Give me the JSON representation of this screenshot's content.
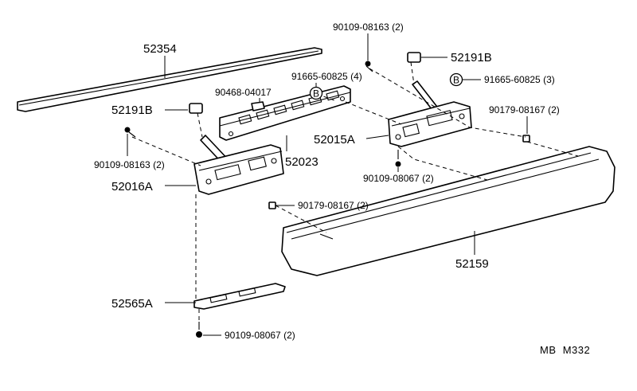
{
  "labels": {
    "p52354": "52354",
    "p52191b_right": "52191B",
    "p52191b_left": "52191B",
    "p90109_08163_top": "90109-08163 (2)",
    "p90109_08163_left": "90109-08163 (2)",
    "p90468_04017": "90468-04017",
    "p91665_60825_4": "91665-60825 (4)",
    "p91665_60825_3": "91665-60825 (3)",
    "p90179_08167_right": "90179-08167 (2)",
    "p90179_08167_mid": "90179-08167 (2)",
    "p52015a": "52015A",
    "p52023": "52023",
    "p52016a": "52016A",
    "p90109_08067_mid": "90109-08067 (2)",
    "p90109_08067_bottom": "90109-08067 (2)",
    "p52159": "52159",
    "p52565a": "52565A",
    "b_marker": "B"
  },
  "footer": {
    "ref": "MB  M332"
  }
}
